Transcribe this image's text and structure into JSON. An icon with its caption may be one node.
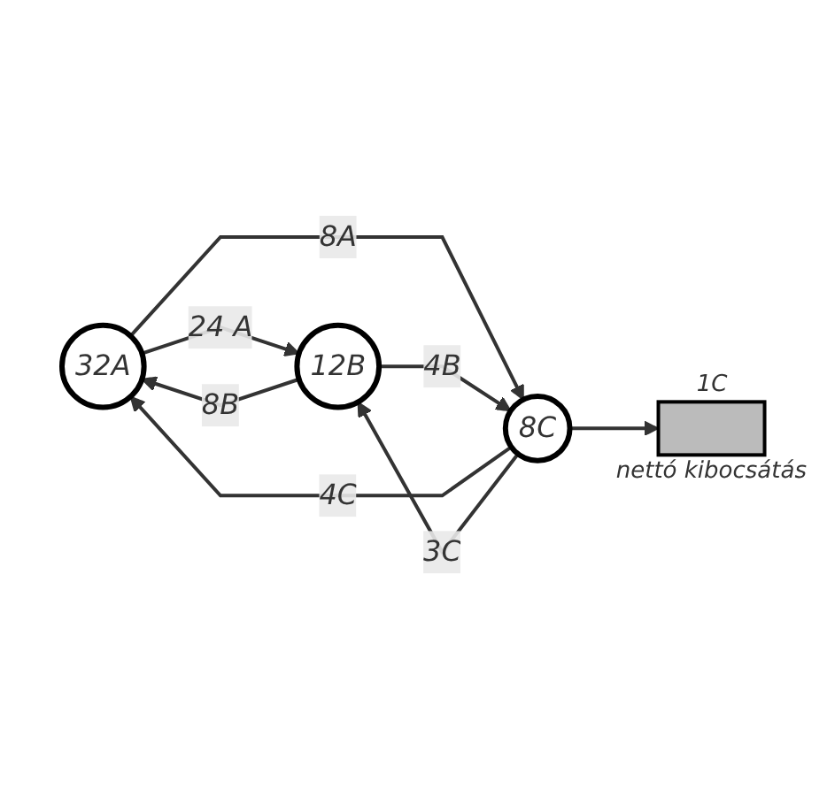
{
  "diagram": {
    "nodes": [
      {
        "text": [
          "32A"
        ]
      },
      {
        "text": [
          "12B"
        ]
      },
      {
        "text": [
          "8C"
        ]
      },
      {
        "text": [],
        "shape": "box",
        "beside": [
          "1C",
          "nettó kibocsátás"
        ]
      }
    ],
    "edges": [
      {
        "from": 0,
        "to": 1,
        "arrow": "to",
        "label": "24 A"
      },
      {
        "from": 1,
        "to": 0,
        "arrow": "to",
        "label": "8B"
      },
      {
        "from": 0,
        "to": 2,
        "arrow": "to",
        "label": "8A"
      },
      {
        "from": 2,
        "to": 0,
        "arrow": "to",
        "label": "4C"
      },
      {
        "from": 2,
        "to": 1,
        "arrow": "to",
        "label": "3C"
      },
      {
        "from": 1,
        "to": 2,
        "arrow": "to",
        "label": "4B"
      },
      {
        "from": 2,
        "to": 3,
        "arrow": "to"
      }
    ]
  }
}
